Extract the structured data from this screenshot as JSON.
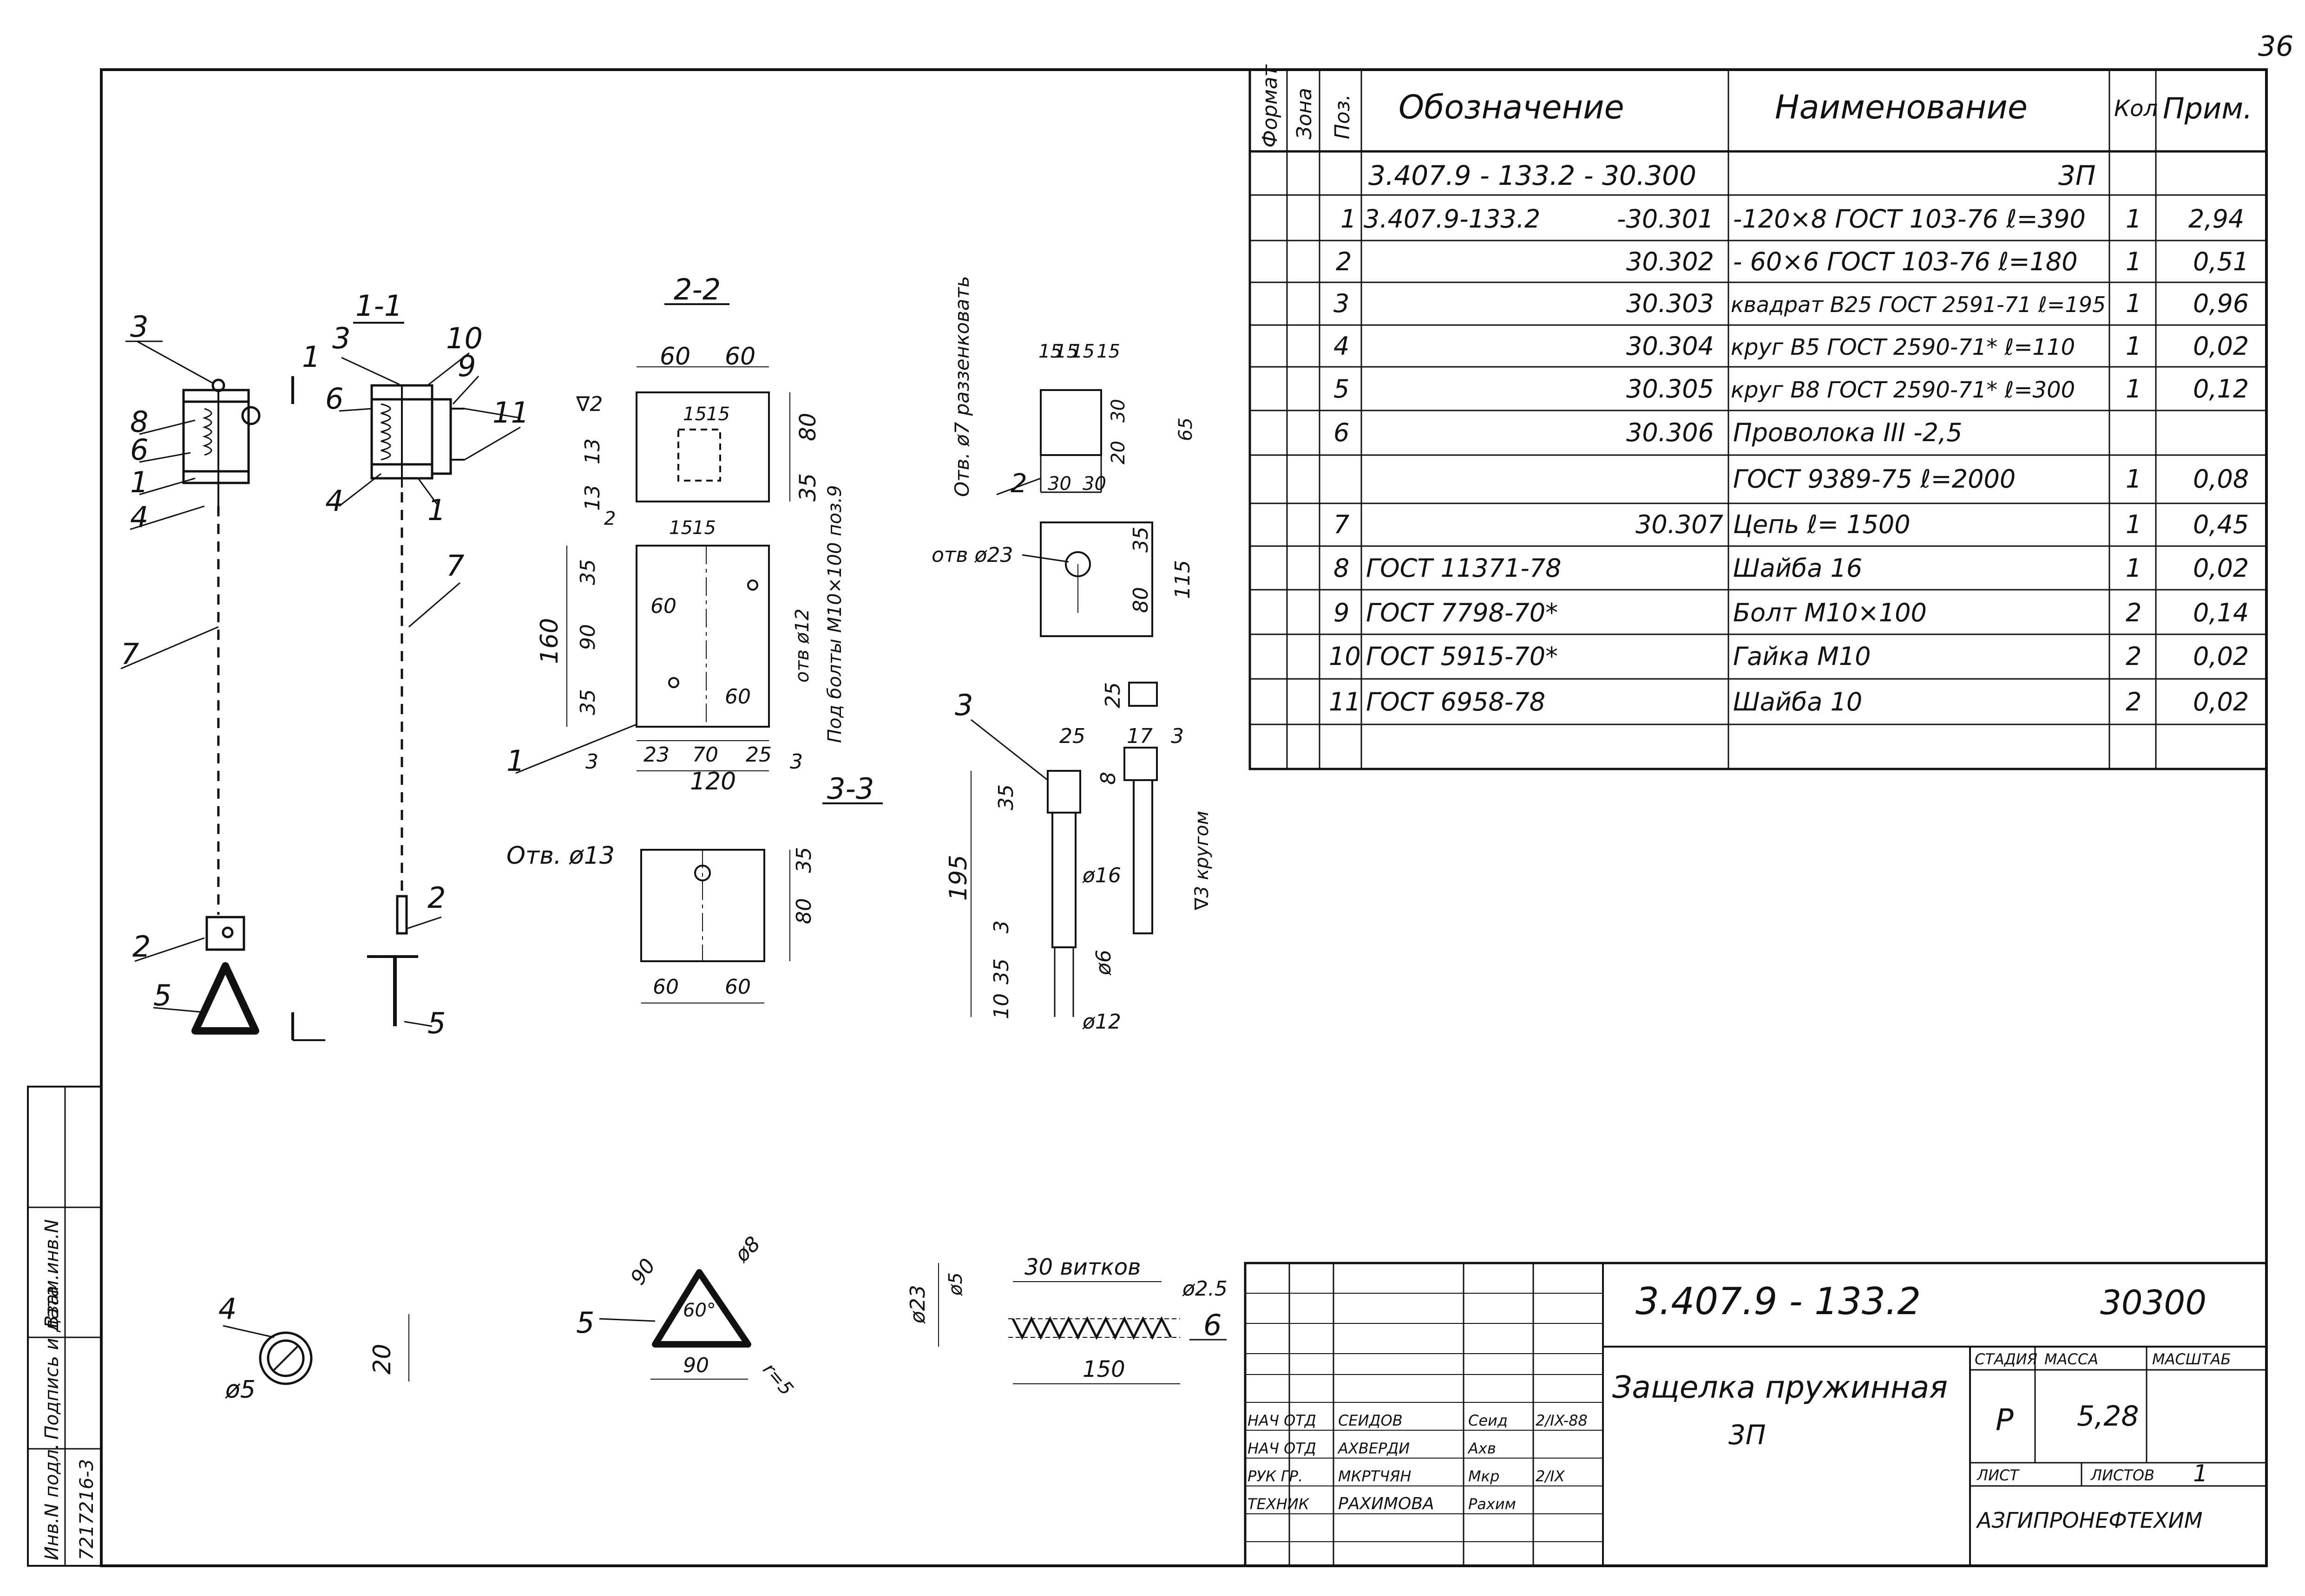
{
  "page_number": "36",
  "spec_table": {
    "headers": {
      "format": "Формат",
      "zone": "Зона",
      "pos": "Поз.",
      "designation": "Обозначение",
      "name": "Наименование",
      "qty": "Кол",
      "note": "Прим."
    },
    "rows": [
      {
        "pos": "",
        "designation": "3.407.9 - 133.2 - 30.300",
        "name": "",
        "qty": "",
        "note": "",
        "name_right": "3П"
      },
      {
        "pos": "1",
        "designation": "3.407.9-133.2",
        "code": "-30.301",
        "name": "-120×8 ГОСТ 103-76 ℓ=390",
        "qty": "1",
        "note": "2,94"
      },
      {
        "pos": "2",
        "designation": "",
        "code": "30.302",
        "name": "- 60×6 ГОСТ 103-76 ℓ=180",
        "qty": "1",
        "note": "0,51"
      },
      {
        "pos": "3",
        "designation": "",
        "code": "30.303",
        "name": "квадрат В25 ГОСТ 2591-71 ℓ=195",
        "qty": "1",
        "note": "0,96"
      },
      {
        "pos": "4",
        "designation": "",
        "code": "30.304",
        "name": "круг В5 ГОСТ 2590-71* ℓ=110",
        "qty": "1",
        "note": "0,02"
      },
      {
        "pos": "5",
        "designation": "",
        "code": "30.305",
        "name": "круг В8 ГОСТ 2590-71* ℓ=300",
        "qty": "1",
        "note": "0,12"
      },
      {
        "pos": "6",
        "designation": "",
        "code": "30.306",
        "name": "Проволока III -2,5",
        "qty": "",
        "note": ""
      },
      {
        "pos": "",
        "designation": "",
        "code": "",
        "name": "ГОСТ 9389-75  ℓ=2000",
        "qty": "1",
        "note": "0,08"
      },
      {
        "pos": "7",
        "designation": "",
        "code": "30.307",
        "name": "Цепь        ℓ= 1500",
        "qty": "1",
        "note": "0,45"
      },
      {
        "pos": "8",
        "designation": "ГОСТ 11371-78",
        "code": "",
        "name": "Шайба 16",
        "qty": "1",
        "note": "0,02"
      },
      {
        "pos": "9",
        "designation": "ГОСТ 7798-70*",
        "code": "",
        "name": "Болт М10×100",
        "qty": "2",
        "note": "0,14"
      },
      {
        "pos": "10",
        "designation": "ГОСТ 5915-70*",
        "code": "",
        "name": "Гайка М10",
        "qty": "2",
        "note": "0,02"
      },
      {
        "pos": "11",
        "designation": "ГОСТ 6958-78",
        "code": "",
        "name": "Шайба 10",
        "qty": "2",
        "note": "0,02"
      },
      {
        "pos": "",
        "designation": "",
        "code": "",
        "name": "",
        "qty": "",
        "note": ""
      }
    ]
  },
  "title_block": {
    "designation": "3.407.9 - 133.2",
    "sheet_code": "30300",
    "title_line1": "Защелка пружинная",
    "title_line2": "3П",
    "stage_label": "СТАДИЯ",
    "mass_label": "МАССА",
    "scale_label": "МАСШТАБ",
    "stage": "Р",
    "mass": "5,28",
    "sheet_label": "ЛИСТ",
    "sheets_label": "ЛИСТОВ",
    "sheets": "1",
    "org": "АЗГИПРОНЕФТЕХИМ",
    "signatures": [
      {
        "role": "НАЧ ОТД",
        "name": "СЕИДОВ",
        "sign": "Сеид",
        "date": "2/IX-88"
      },
      {
        "role": "НАЧ ОТД",
        "name": "АХВЕРДИ",
        "sign": "Ахв",
        "date": ""
      },
      {
        "role": "РУК ГР.",
        "name": "МКРТЧЯН",
        "sign": "Мкр",
        "date": "2/IX"
      },
      {
        "role": "ТЕХНИК",
        "name": "РАХИМОВА",
        "sign": "Рахим",
        "date": ""
      }
    ]
  },
  "side_stamp": {
    "col1": "Инв.N подл.",
    "col2": "Подпись и дата",
    "col3": "Взам.инв.N",
    "value": "7217216-3"
  },
  "views": {
    "main_labels": [
      "3",
      "8",
      "6",
      "1",
      "4",
      "7",
      "2",
      "5",
      "1"
    ],
    "section_1_1": {
      "title": "1-1",
      "labels": [
        "3",
        "10",
        "6",
        "9",
        "11",
        "4",
        "1",
        "7",
        "2",
        "5"
      ]
    },
    "section_2_2": {
      "title": "2-2",
      "dims": [
        "60",
        "60",
        "80",
        "35",
        "13",
        "13",
        "15",
        "15",
        "2",
        "15",
        "15",
        "35",
        "90",
        "35",
        "160",
        "60",
        "60",
        "23",
        "70",
        "25",
        "120",
        "3",
        "3",
        "отв ø12"
      ],
      "note_bolt": "Под болты М10×100 поз.9",
      "surface": "∇2",
      "leader": "1"
    },
    "section_3_3": {
      "title": "3-3",
      "hole": "Отв. ø13",
      "dims": [
        "35",
        "80",
        "60",
        "60"
      ]
    },
    "part_2": {
      "hole_note": "Отв. ø7 раззенковать",
      "dims": [
        "15",
        "15",
        "15",
        "15",
        "30",
        "30",
        "20",
        "30",
        "65",
        "2"
      ],
      "hole_23": "отв ø23",
      "dims_b": [
        "35",
        "80",
        "115"
      ]
    },
    "part_3": {
      "dims": [
        "25",
        "25",
        "17",
        "3",
        "35",
        "8",
        "195",
        "35",
        "3",
        "10",
        "ø16",
        "ø6",
        "ø12"
      ],
      "label": "3",
      "note": "∇3 кругом"
    },
    "part_4": {
      "label": "4",
      "dims": [
        "ø5",
        "20"
      ]
    },
    "part_5": {
      "label": "5",
      "dims": [
        "90",
        "ø8",
        "60°",
        "90",
        "r=5"
      ]
    },
    "part_6": {
      "note": "30 витков",
      "dims": [
        "ø2.5",
        "ø5",
        "ø23",
        "150"
      ],
      "label": "6"
    }
  }
}
